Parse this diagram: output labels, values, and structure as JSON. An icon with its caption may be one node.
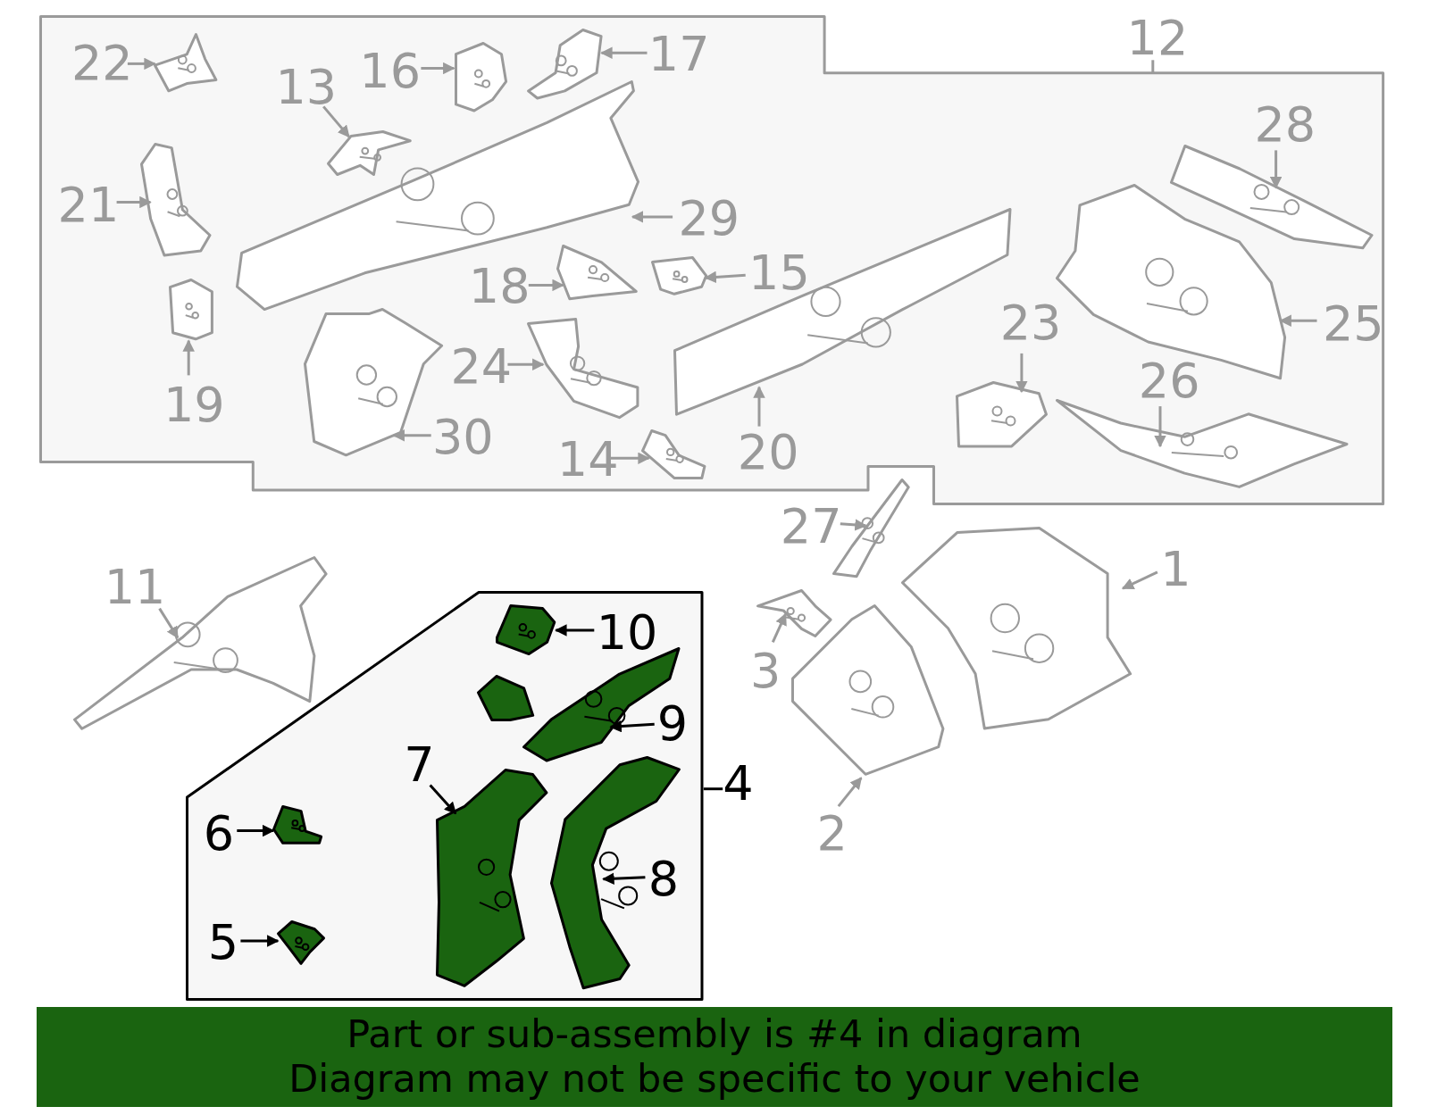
{
  "diagram": {
    "nodes": [
      {
        "text": [],
        "shape": "box"
      },
      {
        "text": [],
        "shape": "box"
      },
      {
        "text": [
          "1"
        ]
      },
      {
        "text": [],
        "shape": "picture"
      },
      {
        "text": [
          "2"
        ]
      },
      {
        "text": [],
        "shape": "picture"
      },
      {
        "text": [
          "3"
        ]
      },
      {
        "text": [],
        "shape": "picture"
      },
      {
        "text": [
          "4"
        ]
      },
      {
        "text": [
          "5"
        ],
        "in": 1
      },
      {
        "text": [],
        "shape": "picture",
        "in": 1
      },
      {
        "text": [
          "6"
        ],
        "in": 1
      },
      {
        "text": [],
        "shape": "picture",
        "in": 1
      },
      {
        "text": [
          "7"
        ],
        "in": 1
      },
      {
        "text": [],
        "shape": "picture",
        "in": 1
      },
      {
        "text": [
          "8"
        ],
        "in": 1
      },
      {
        "text": [],
        "shape": "picture",
        "in": 1
      },
      {
        "text": [
          "9"
        ],
        "in": 1
      },
      {
        "text": [],
        "shape": "picture",
        "in": 1
      },
      {
        "text": [
          "10"
        ],
        "in": 1
      },
      {
        "text": [],
        "shape": "picture",
        "in": 1
      },
      {
        "text": [
          "11"
        ]
      },
      {
        "text": [],
        "shape": "picture"
      },
      {
        "text": [
          "12"
        ]
      },
      {
        "text": [
          "13"
        ],
        "in": 0
      },
      {
        "text": [],
        "shape": "picture",
        "in": 0
      },
      {
        "text": [
          "14"
        ],
        "in": 0
      },
      {
        "text": [],
        "shape": "picture",
        "in": 0
      },
      {
        "text": [
          "15"
        ],
        "in": 0
      },
      {
        "text": [],
        "shape": "picture",
        "in": 0
      },
      {
        "text": [
          "16"
        ],
        "in": 0
      },
      {
        "text": [],
        "shape": "picture",
        "in": 0
      },
      {
        "text": [
          "17"
        ],
        "in": 0
      },
      {
        "text": [],
        "shape": "picture",
        "in": 0
      },
      {
        "text": [
          "18"
        ],
        "in": 0
      },
      {
        "text": [],
        "shape": "picture",
        "in": 0
      },
      {
        "text": [
          "19"
        ],
        "in": 0
      },
      {
        "text": [],
        "shape": "picture",
        "in": 0
      },
      {
        "text": [
          "20"
        ],
        "in": 0
      },
      {
        "text": [],
        "shape": "picture",
        "in": 0
      },
      {
        "text": [
          "21"
        ],
        "in": 0
      },
      {
        "text": [],
        "shape": "picture",
        "in": 0
      },
      {
        "text": [
          "22"
        ],
        "in": 0
      },
      {
        "text": [],
        "shape": "picture",
        "in": 0
      },
      {
        "text": [
          "23"
        ],
        "in": 0
      },
      {
        "text": [],
        "shape": "picture",
        "in": 0
      },
      {
        "text": [
          "24"
        ],
        "in": 0
      },
      {
        "text": [],
        "shape": "picture",
        "in": 0
      },
      {
        "text": [
          "25"
        ],
        "in": 0
      },
      {
        "text": [],
        "shape": "picture",
        "in": 0
      },
      {
        "text": [
          "26"
        ],
        "in": 0
      },
      {
        "text": [],
        "shape": "picture",
        "in": 0
      },
      {
        "text": [
          "27"
        ]
      },
      {
        "text": [],
        "shape": "picture"
      },
      {
        "text": [
          "28"
        ],
        "in": 0
      },
      {
        "text": [],
        "shape": "picture",
        "in": 0
      },
      {
        "text": [
          "29"
        ],
        "in": 0
      },
      {
        "text": [],
        "shape": "picture",
        "in": 0
      },
      {
        "text": [
          "30"
        ],
        "in": 0
      },
      {
        "text": [],
        "shape": "picture",
        "in": 0
      }
    ],
    "edges": [
      {
        "from": 2,
        "to": 3,
        "arrow": "to"
      },
      {
        "from": 4,
        "to": 5,
        "arrow": "to"
      },
      {
        "from": 6,
        "to": 7,
        "arrow": "to"
      },
      {
        "from": 8,
        "to": 1,
        "arrow": "none",
        "color": "#000000"
      },
      {
        "from": 9,
        "to": 10,
        "arrow": "to",
        "color": "#000000"
      },
      {
        "from": 11,
        "to": 12,
        "arrow": "to",
        "color": "#000000"
      },
      {
        "from": 13,
        "to": 14,
        "arrow": "to",
        "color": "#000000"
      },
      {
        "from": 15,
        "to": 16,
        "arrow": "to",
        "color": "#000000"
      },
      {
        "from": 17,
        "to": 18,
        "arrow": "to",
        "color": "#000000"
      },
      {
        "from": 19,
        "to": 20,
        "arrow": "to",
        "color": "#000000"
      },
      {
        "from": 21,
        "to": 22,
        "arrow": "to"
      },
      {
        "from": 23,
        "to": 0,
        "arrow": "none"
      },
      {
        "from": 24,
        "to": 25,
        "arrow": "to"
      },
      {
        "from": 26,
        "to": 27,
        "arrow": "to"
      },
      {
        "from": 28,
        "to": 29,
        "arrow": "to"
      },
      {
        "from": 30,
        "to": 31,
        "arrow": "to"
      },
      {
        "from": 32,
        "to": 33,
        "arrow": "to"
      },
      {
        "from": 34,
        "to": 35,
        "arrow": "to"
      },
      {
        "from": 36,
        "to": 37,
        "arrow": "to"
      },
      {
        "from": 38,
        "to": 39,
        "arrow": "to"
      },
      {
        "from": 40,
        "to": 41,
        "arrow": "to"
      },
      {
        "from": 42,
        "to": 43,
        "arrow": "to"
      },
      {
        "from": 44,
        "to": 45,
        "arrow": "to"
      },
      {
        "from": 46,
        "to": 47,
        "arrow": "to"
      },
      {
        "from": 48,
        "to": 49,
        "arrow": "to"
      },
      {
        "from": 50,
        "to": 51,
        "arrow": "to"
      },
      {
        "from": 52,
        "to": 53,
        "arrow": "to"
      },
      {
        "from": 54,
        "to": 55,
        "arrow": "to"
      },
      {
        "from": 56,
        "to": 57,
        "arrow": "to"
      },
      {
        "from": 58,
        "to": 59,
        "arrow": "to"
      }
    ],
    "labels": [
      "Part or sub-assembly is #4 in diagram",
      "Diagram may not be specific to your vehicle"
    ]
  }
}
